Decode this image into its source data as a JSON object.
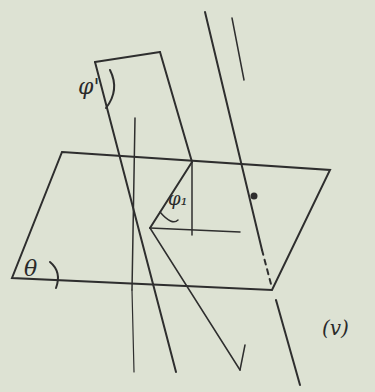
{
  "diagram": {
    "labels": [
      "φ'",
      "θ",
      "φ₁",
      "(v)"
    ]
  }
}
